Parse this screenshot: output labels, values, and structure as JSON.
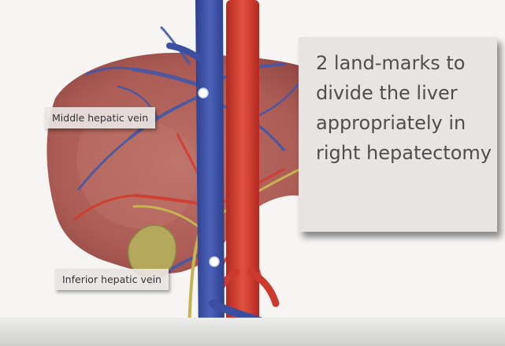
{
  "labels": {
    "middle_hepatic_vein": "Middle hepatic vein",
    "inferior_hepatic_vein": "Inferior hepatic vein"
  },
  "note": {
    "lines": [
      "2 land-marks to",
      "divide the liver",
      "appropriately in",
      "right hepatectomy"
    ]
  },
  "colors": {
    "liver": "#a8544c",
    "vena_cava": "#3a4fa0",
    "aorta": "#cc3a2e",
    "gallbladder": "#b3a85c",
    "bile_duct": "#c6b452",
    "background": "#f6f5f4",
    "label_box": "#e8e4e1"
  }
}
